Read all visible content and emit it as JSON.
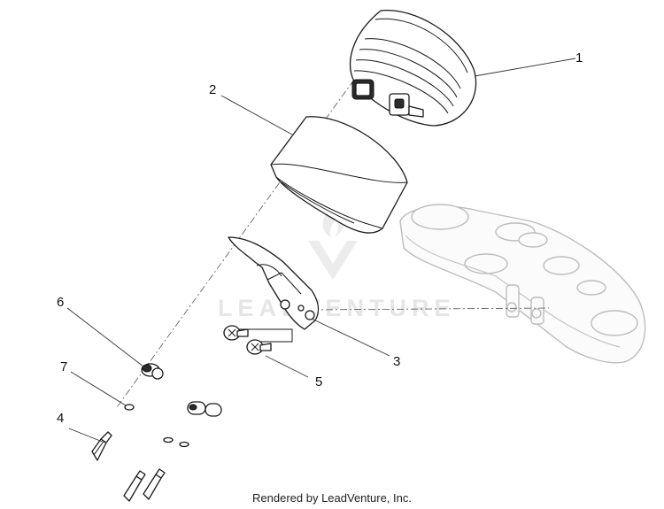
{
  "callouts": [
    {
      "id": "1",
      "label": "1"
    },
    {
      "id": "2",
      "label": "2"
    },
    {
      "id": "3",
      "label": "3"
    },
    {
      "id": "4",
      "label": "4"
    },
    {
      "id": "5",
      "label": "5"
    },
    {
      "id": "6",
      "label": "6"
    },
    {
      "id": "7",
      "label": "7"
    }
  ],
  "watermark": "LEADVENTURE",
  "credit": "Rendered by LeadVenture, Inc."
}
